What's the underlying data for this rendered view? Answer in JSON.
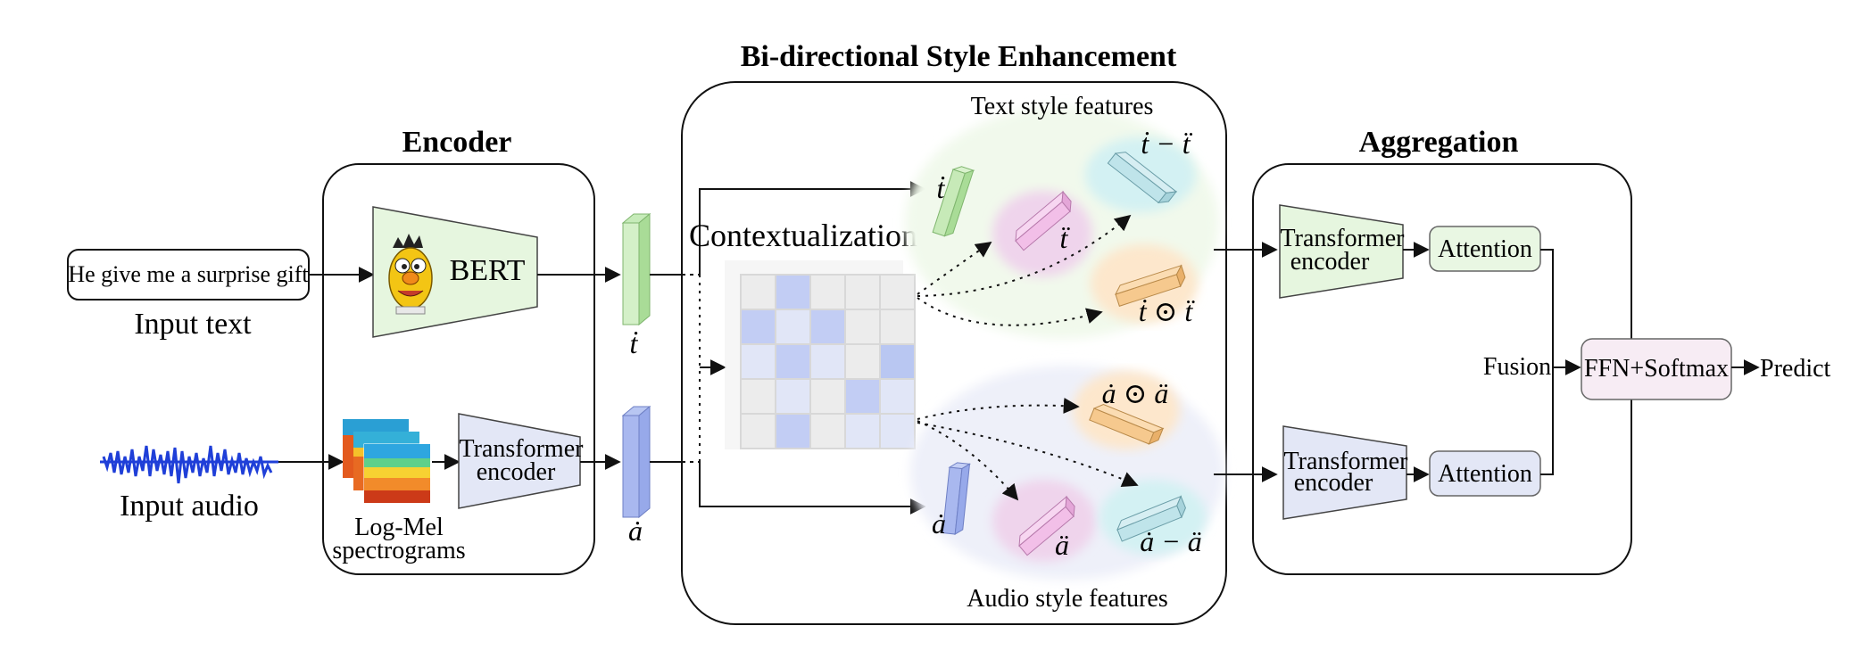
{
  "sections": {
    "encoder": "Encoder",
    "bse": "Bi-directional Style Enhancement",
    "aggregation": "Aggregation"
  },
  "inputs": {
    "text_sentence": "He give me a surprise gift",
    "text_caption": "Input text",
    "audio_caption": "Input audio",
    "spectrogram_caption": [
      "Log-Mel",
      "spectrograms"
    ]
  },
  "encoder": {
    "bert_label": "BERT",
    "audio_encoder": [
      "Transformer",
      "encoder"
    ]
  },
  "features": {
    "t_dot": "ṫ",
    "a_dot": "ȧ",
    "t_ddot": "ẗ",
    "a_ddot": "ä",
    "t_diff": "ṫ − ẗ",
    "t_prod": "ṫ ⊙ ẗ",
    "a_prod": "ȧ ⊙ ä",
    "a_diff": "ȧ − ä"
  },
  "bse": {
    "contextualization": "Contextualization",
    "text_style": "Text style features",
    "audio_style": "Audio style features"
  },
  "aggregation": {
    "text_encoder": [
      "Transformer",
      "encoder"
    ],
    "audio_encoder": [
      "Transformer",
      "encoder"
    ],
    "attention_text": "Attention",
    "attention_audio": "Attention",
    "fusion": "Fusion",
    "ffn": "FFN+Softmax",
    "predict": "Predict"
  },
  "colors": {
    "text_green": "#d4f0c8",
    "audio_blue": "#dde3f5",
    "pink": "#f0d3ec",
    "cyan": "#cdf0f2",
    "orange": "#fde4c4",
    "ffn_pink": "#f7ecf4"
  }
}
